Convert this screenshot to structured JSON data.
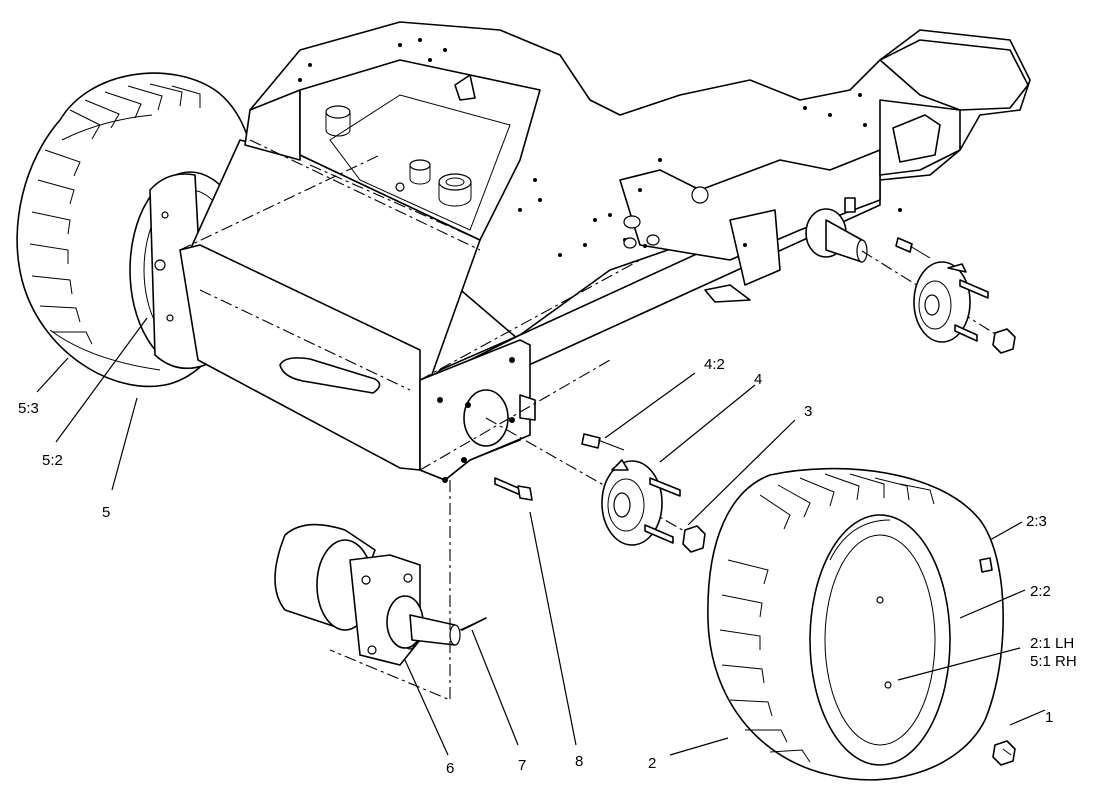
{
  "callouts": [
    {
      "id": "c1",
      "text": "1"
    },
    {
      "id": "c2",
      "text": "2"
    },
    {
      "id": "c2_1",
      "text": "2:1 LH"
    },
    {
      "id": "c5_1",
      "text": "5:1 RH"
    },
    {
      "id": "c2_2",
      "text": "2:2"
    },
    {
      "id": "c2_3",
      "text": "2:3"
    },
    {
      "id": "c3",
      "text": "3"
    },
    {
      "id": "c4",
      "text": "4"
    },
    {
      "id": "c4_2",
      "text": "4:2"
    },
    {
      "id": "c5",
      "text": "5"
    },
    {
      "id": "c5_2",
      "text": "5:2"
    },
    {
      "id": "c5_3",
      "text": "5:3"
    },
    {
      "id": "c6",
      "text": "6"
    },
    {
      "id": "c7",
      "text": "7"
    },
    {
      "id": "c8",
      "text": "8"
    }
  ]
}
